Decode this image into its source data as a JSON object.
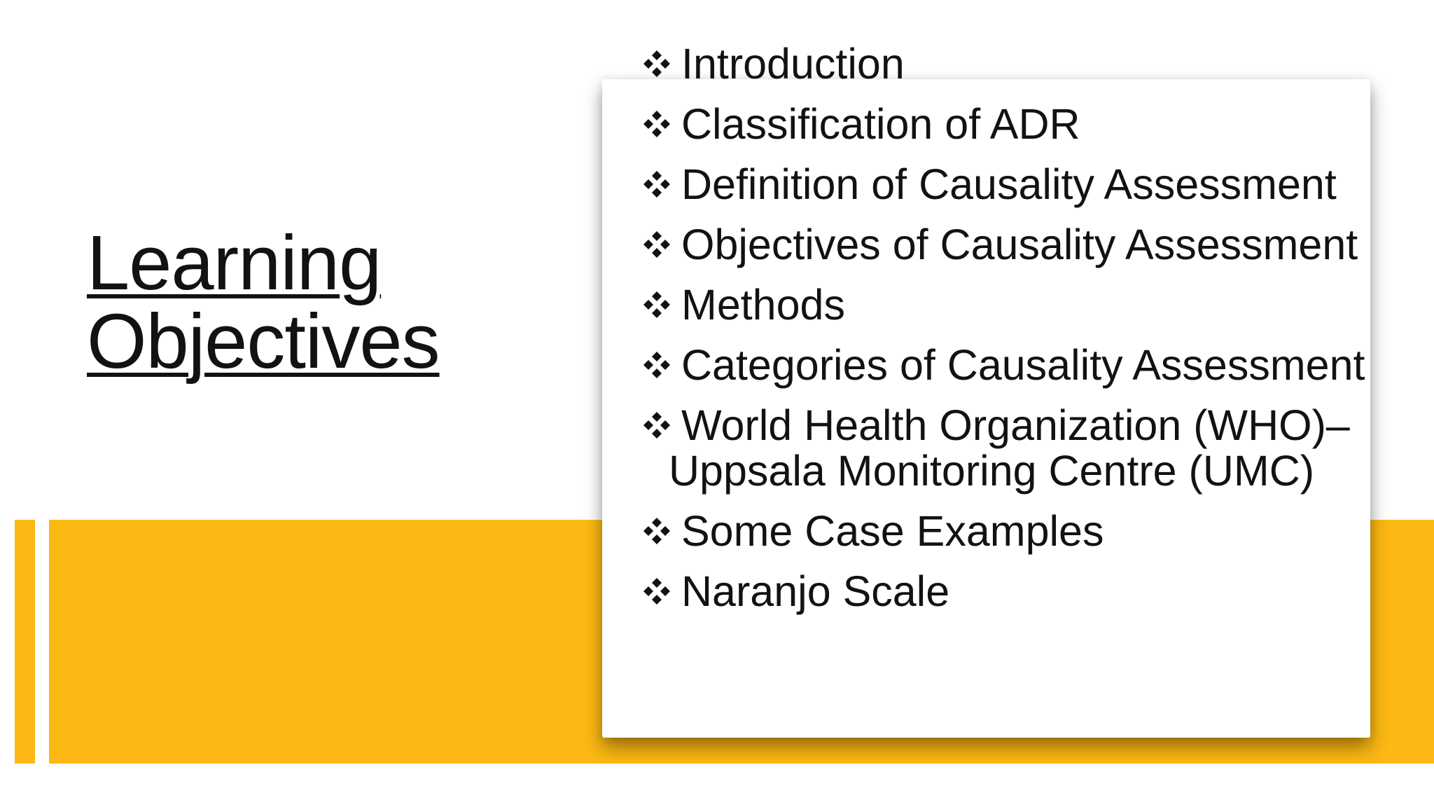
{
  "slide": {
    "background_color": "#FFFFFF",
    "accent_yellow": "#FCB913",
    "text_color": "#121212",
    "title": {
      "text": "Learning Objectives",
      "lines": [
        "Learning",
        "Objectives"
      ]
    },
    "objectives": {
      "bullet_char": "❖",
      "bullet_icon": "diamond-cluster-bullet",
      "items": [
        {
          "lines": [
            "Introduction"
          ]
        },
        {
          "lines": [
            "Classification of ADR"
          ]
        },
        {
          "lines": [
            "Definition of Causality Assessment"
          ]
        },
        {
          "lines": [
            "Objectives of Causality Assessment"
          ]
        },
        {
          "lines": [
            "Methods"
          ]
        },
        {
          "lines": [
            "Categories of Causality Assessment"
          ]
        },
        {
          "lines": [
            "World Health Organization (WHO)–",
            "Uppsala Monitoring Centre (UMC)"
          ]
        },
        {
          "lines": [
            "Some Case Examples"
          ]
        },
        {
          "lines": [
            "Naranjo Scale"
          ]
        }
      ]
    }
  }
}
